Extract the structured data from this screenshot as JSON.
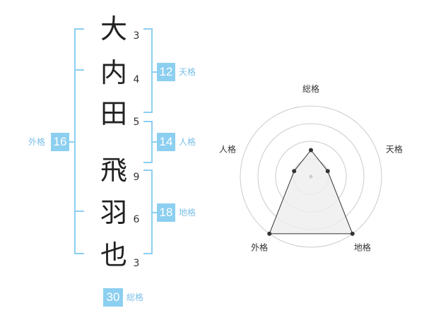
{
  "name_chars": [
    {
      "char": "大",
      "strokes": "3"
    },
    {
      "char": "内",
      "strokes": "4"
    },
    {
      "char": "田",
      "strokes": "5"
    },
    {
      "char": "飛",
      "strokes": "9"
    },
    {
      "char": "羽",
      "strokes": "6"
    },
    {
      "char": "也",
      "strokes": "3"
    }
  ],
  "fortune": {
    "tenkaku": {
      "label": "天格",
      "value": "12"
    },
    "jinkaku": {
      "label": "人格",
      "value": "14"
    },
    "chikaku": {
      "label": "地格",
      "value": "18"
    },
    "gaikaku": {
      "label": "外格",
      "value": "16"
    },
    "soukaku": {
      "label": "総格",
      "value": "30"
    }
  },
  "colors": {
    "accent": "#8ccff0",
    "label_text": "#7cc0e8",
    "radar_fill": "#eeeeee"
  },
  "chart_data": {
    "type": "radar",
    "axes": [
      "総格",
      "天格",
      "地格",
      "外格",
      "人格"
    ],
    "rings": 4,
    "values": [
      1.5,
      1.0,
      4.0,
      4.0,
      1.0
    ],
    "max": 4
  }
}
